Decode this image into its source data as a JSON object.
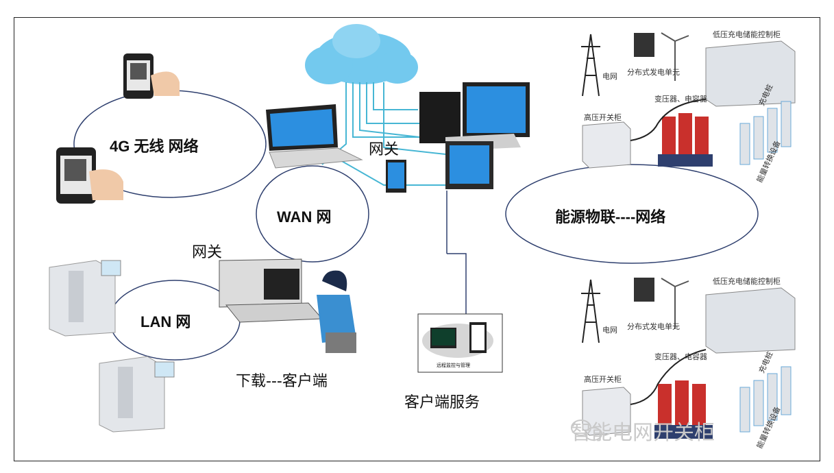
{
  "labels": {
    "wireless_network": "4G  无线  网络",
    "wan_network": "WAN  网",
    "lan_network": "LAN  网",
    "gateway_top": "网关",
    "gateway_left": "网关",
    "download_client": "下载---客户端",
    "client_service": "客户端服务",
    "energy_iot_network": "能源物联----网络"
  },
  "energy_top": {
    "cabinet": "低压充电储能控制柜",
    "grid": "电网",
    "distributed": "分布式发电单元",
    "transformer": "变压器、电容器",
    "hv_switch": "高压开关柜",
    "charger": "充电桩",
    "energy_device": "能量转换设备"
  },
  "energy_bottom": {
    "cabinet": "低压充电储能控制柜",
    "grid": "电网",
    "distributed": "分布式发电单元",
    "transformer": "变压器、电容器",
    "hv_switch": "高压开关柜",
    "charger": "充电桩",
    "energy_device": "能量转换设备"
  },
  "client_box_caption": "远程监控与管理",
  "watermark": "智能电网开关柜",
  "colors": {
    "ellipse": "#2e3f6e",
    "cloud": "#6fc6ec",
    "lines": "#46b6d4",
    "transformer": "#c9302c",
    "cabinet": "#dfe3e8"
  }
}
